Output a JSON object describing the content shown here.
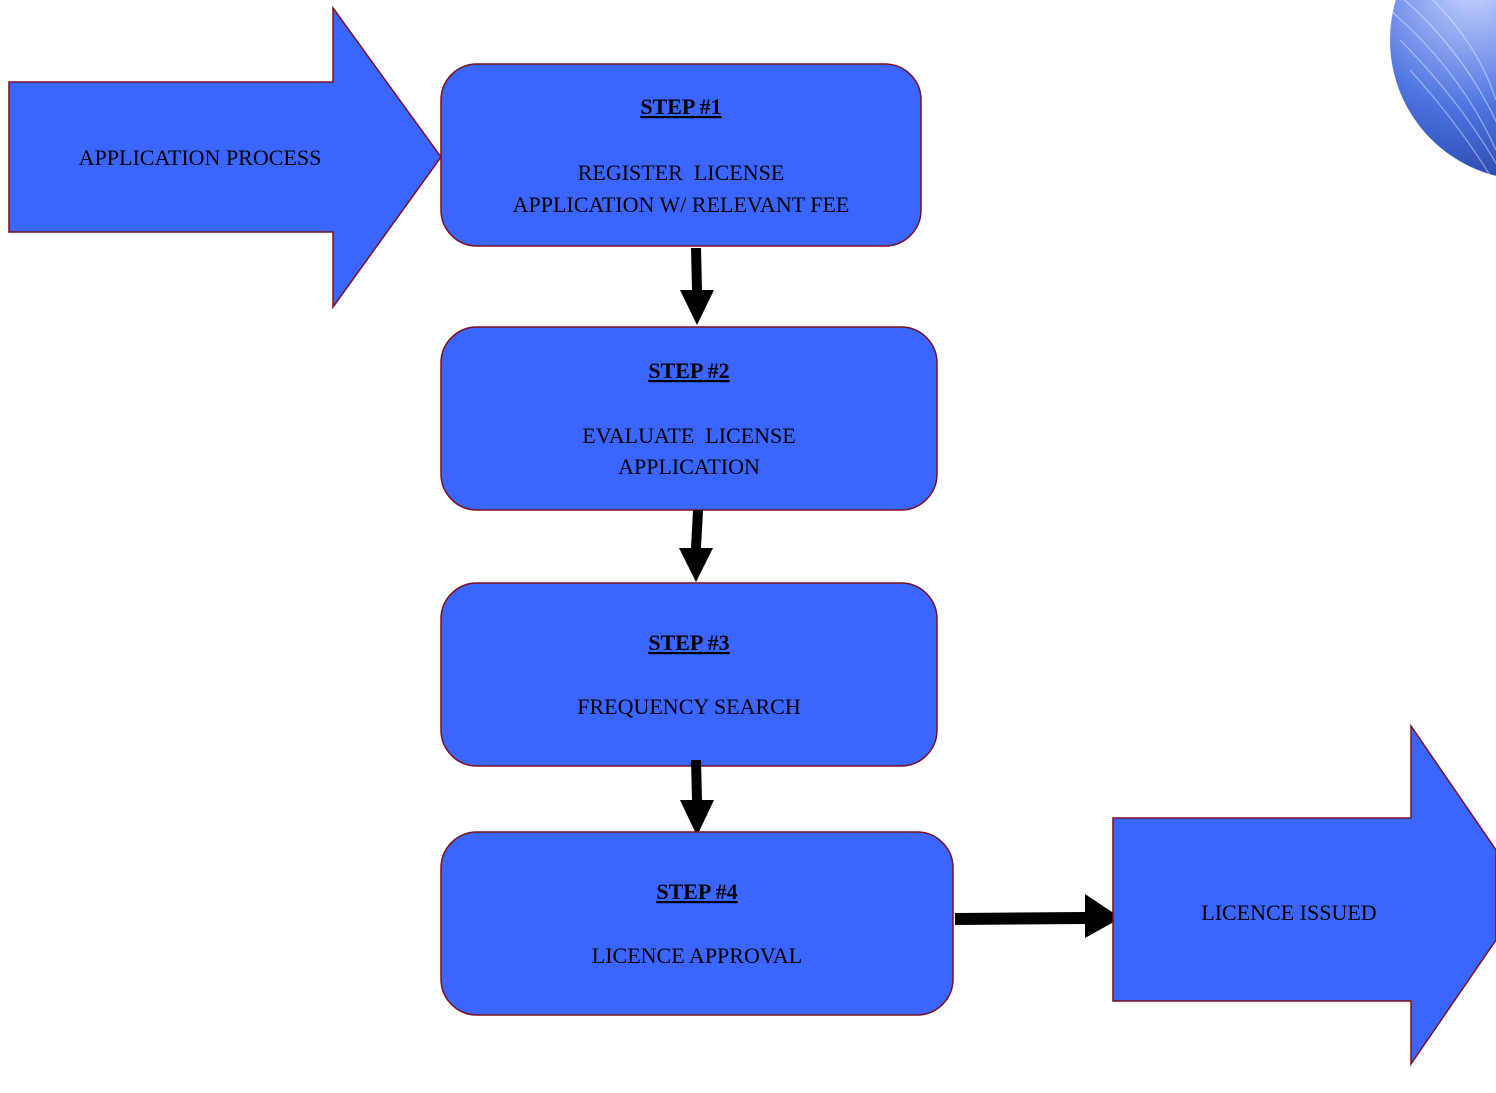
{
  "colors": {
    "box_fill": "#3a66ff",
    "box_stroke": "#7a1020",
    "arrow_fill": "#000000",
    "globe_dark": "#2a4fbf",
    "globe_light": "#9fb8ff"
  },
  "input": {
    "label": "APPLICATION PROCESS"
  },
  "steps": [
    {
      "title": "STEP #1",
      "lines": [
        "REGISTER  LICENSE",
        "APPLICATION W/ RELEVANT FEE"
      ]
    },
    {
      "title": "STEP #2",
      "lines": [
        "EVALUATE  LICENSE",
        "APPLICATION"
      ]
    },
    {
      "title": "STEP #3",
      "lines": [
        "FREQUENCY SEARCH"
      ]
    },
    {
      "title": "STEP #4",
      "lines": [
        "LICENCE APPROVAL"
      ]
    }
  ],
  "output": {
    "label": "LICENCE ISSUED"
  },
  "decoration": {
    "icon": "globe-icon"
  }
}
